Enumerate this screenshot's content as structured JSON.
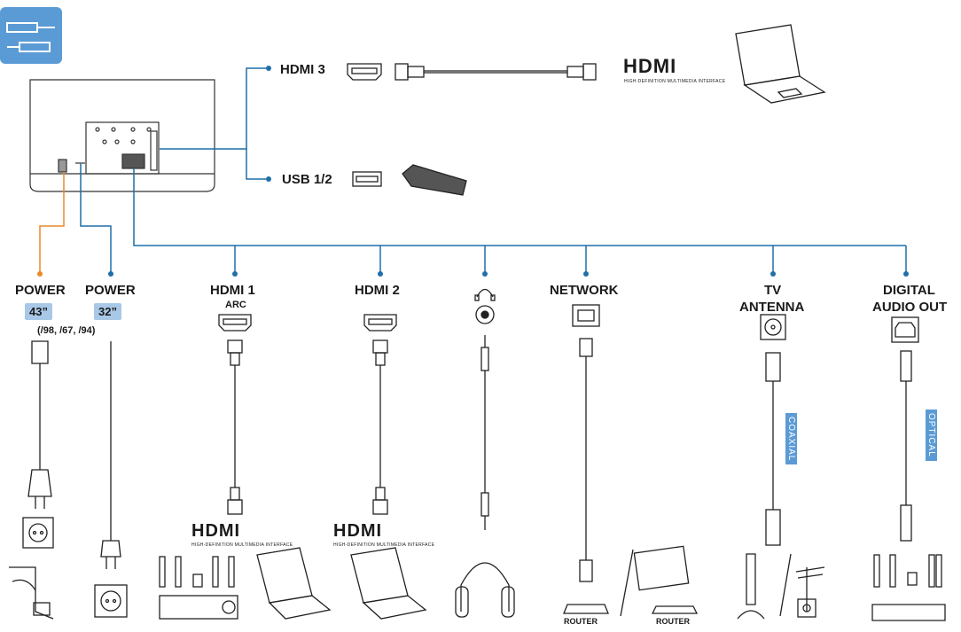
{
  "top_ports": {
    "hdmi3": "HDMI 3",
    "usb": "USB 1/2",
    "hdmi_logo": "HDMI",
    "hdmi_logo_sub": "HIGH-DEFINITION MULTIMEDIA INTERFACE"
  },
  "bottom_ports": {
    "power1": {
      "label": "POWER",
      "badge": "43”",
      "note": "(/98, /67, /94)"
    },
    "power2": {
      "label": "POWER",
      "badge": "32”"
    },
    "hdmi1": {
      "label": "HDMI 1",
      "sub": "ARC"
    },
    "hdmi2": {
      "label": "HDMI 2"
    },
    "network": {
      "label": "NETWORK",
      "router1": "ROUTER",
      "router2": "ROUTER"
    },
    "tv_antenna": {
      "label1": "TV",
      "label2": "ANTENNA",
      "tag": "COAXIAL"
    },
    "digital_audio": {
      "label1": "DIGITAL",
      "label2": "AUDIO OUT",
      "tag": "OPTICAL"
    }
  },
  "colors": {
    "blue_line": "#1f6fa8",
    "orange_line": "#e8892b",
    "badge": "#a9c8e8",
    "tag": "#5b9bd5",
    "icon_bg": "#5b9bd5"
  }
}
